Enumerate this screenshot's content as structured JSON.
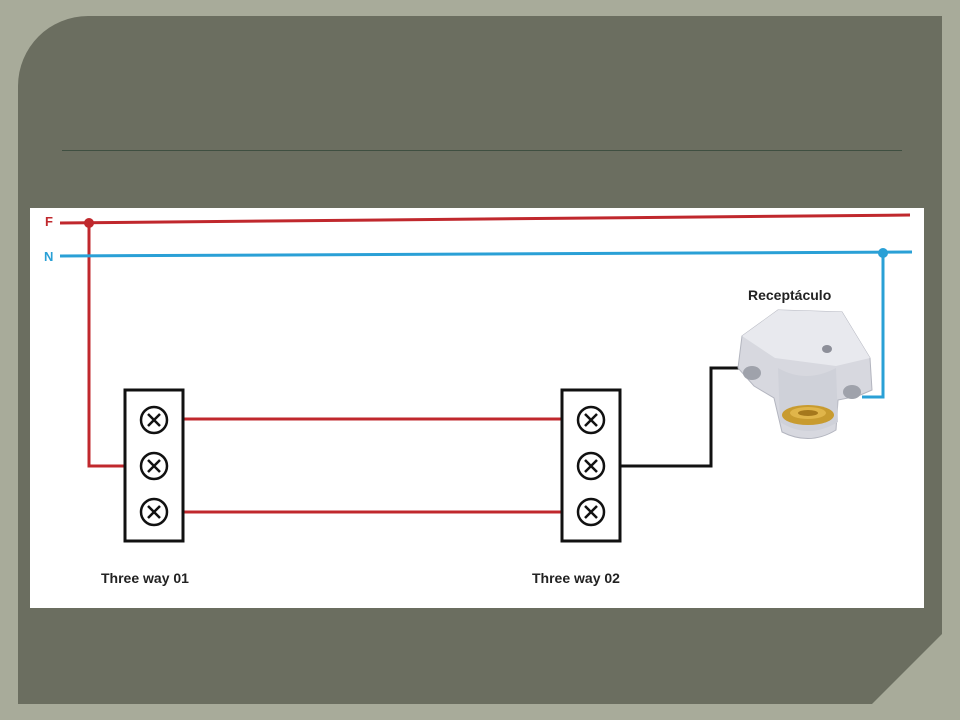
{
  "diagram": {
    "labels": {
      "phase": "F",
      "neutral": "N",
      "receptacle": "Receptáculo",
      "switch1": "Three way 01",
      "switch2": "Three way 02"
    },
    "colors": {
      "phase_wire": "#c0282d",
      "neutral_wire": "#2aa0d6",
      "return_wire": "#111111",
      "frame": "#6b6e60",
      "background": "#a8ab9a"
    },
    "icons": [
      "terminal-screw-icon",
      "lamp-receptacle-icon"
    ]
  }
}
